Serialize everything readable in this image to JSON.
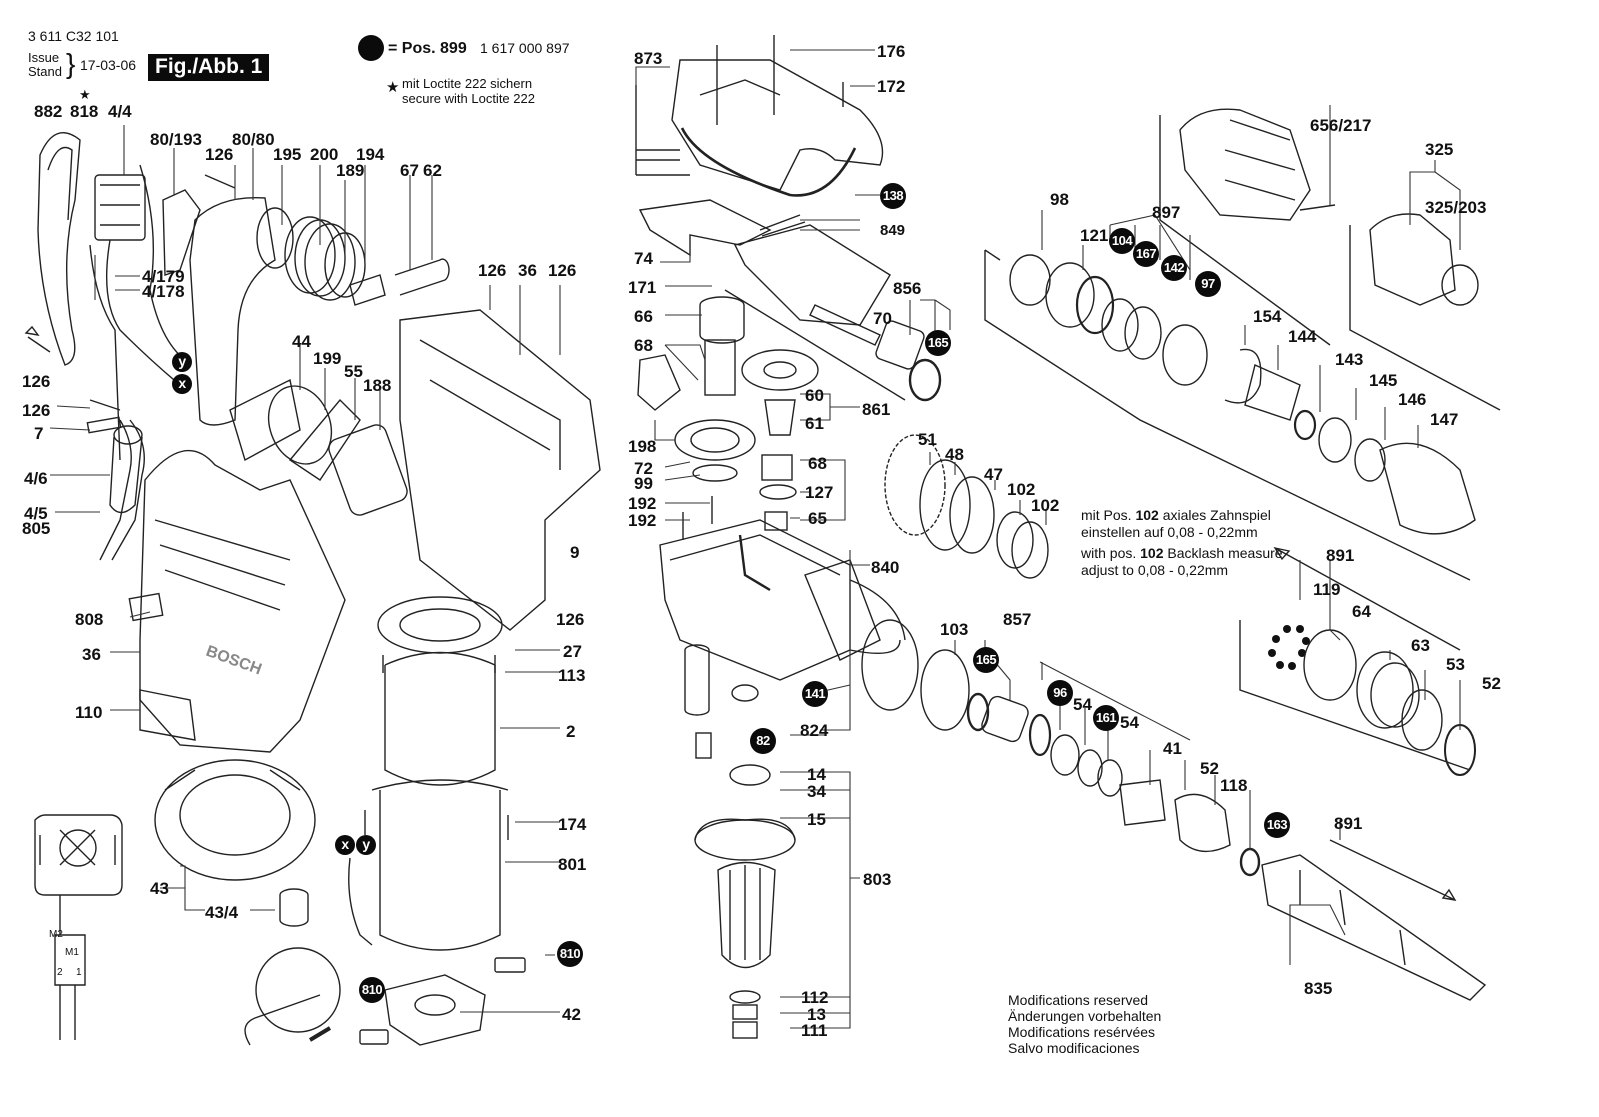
{
  "header": {
    "part_number": "3 611 C32 101",
    "issue_label": "Issue",
    "stand_label": "Stand",
    "date": "17-03-06",
    "figure_label": "Fig./Abb. 1",
    "legend_pos_prefix": "= Pos. 899",
    "legend_pos_number": "1 617 000 897",
    "legend_loctite_de": "mit Loctite 222 sichern",
    "legend_loctite_en": "secure with Loctite 222",
    "star_symbol": "★"
  },
  "backlash_note": {
    "de_line1_pre": "mit Pos. ",
    "de_line1_bold": "102",
    "de_line1_post": " axiales Zahnspiel",
    "de_line2": "einstellen auf 0,08 - 0,22mm",
    "en_line1_pre": "with pos. ",
    "en_line1_bold": "102",
    "en_line1_post": " Backlash measure",
    "en_line2": "adjust to 0,08 - 0,22mm"
  },
  "modifications_note": [
    "Modifications reserved",
    "Änderungen vorbehalten",
    "Modifications resérvées",
    "Salvo modificaciones"
  ],
  "wiring": {
    "m2": "M2",
    "m1": "M1",
    "t2": "2",
    "t1": "1"
  },
  "labels": {
    "p882": "882",
    "p818": "818",
    "p4_4": "4/4",
    "p80_193": "80/193",
    "p126a": "126",
    "p80_80": "80/80",
    "p195": "195",
    "p200": "200",
    "p189": "189",
    "p194": "194",
    "p67": "67",
    "p62": "62",
    "p4_179": "4/179",
    "p4_178": "4/178",
    "p126b": "126",
    "p36a": "36",
    "p126c": "126",
    "p126d": "126",
    "p44": "44",
    "p199": "199",
    "p55": "55",
    "p188": "188",
    "p126e": "126",
    "p7": "7",
    "p4_6": "4/6",
    "p4_5": "4/5",
    "p805": "805",
    "p9": "9",
    "p126f": "126",
    "p808": "808",
    "p36b": "36",
    "p110": "110",
    "p27": "27",
    "p113": "113",
    "p2": "2",
    "p174": "174",
    "p801": "801",
    "p43": "43",
    "p43_4": "43/4",
    "p42": "42",
    "p873": "873",
    "p176": "176",
    "p172": "172",
    "p849": "849",
    "p74": "74",
    "p171": "171",
    "p66": "66",
    "p68a": "68",
    "p198": "198",
    "p856": "856",
    "p70": "70",
    "p60": "60",
    "p861": "861",
    "p61": "61",
    "p72": "72",
    "p99": "99",
    "p192a": "192",
    "p192b": "192",
    "p68b": "68",
    "p127": "127",
    "p65": "65",
    "p840": "840",
    "p824": "824",
    "p14": "14",
    "p34": "34",
    "p15": "15",
    "p803": "803",
    "p112": "112",
    "p13": "13",
    "p111": "111",
    "p51": "51",
    "p48": "48",
    "p47": "47",
    "p102a": "102",
    "p102b": "102",
    "p103": "103",
    "p857": "857",
    "p656_217": "656/217",
    "p325": "325",
    "p325_203": "325/203",
    "p98": "98",
    "p121": "121",
    "p897": "897",
    "p154": "154",
    "p144": "144",
    "p143": "143",
    "p145": "145",
    "p146": "146",
    "p147": "147",
    "p891a": "891",
    "p119": "119",
    "p64": "64",
    "p63": "63",
    "p53": "53",
    "p52a": "52",
    "p54a": "54",
    "p54b": "54",
    "p41": "41",
    "p52b": "52",
    "p118": "118",
    "p891b": "891",
    "p835": "835"
  },
  "badges": {
    "b138": "138",
    "b165a": "165",
    "b104": "104",
    "b167": "167",
    "b142": "142",
    "b97": "97",
    "b141": "141",
    "b82": "82",
    "b165b": "165",
    "b96": "96",
    "b161": "161",
    "b163": "163",
    "b810a": "810",
    "b810b": "810",
    "by1": "y",
    "bx1": "x",
    "bx2": "x",
    "by2": "y"
  }
}
